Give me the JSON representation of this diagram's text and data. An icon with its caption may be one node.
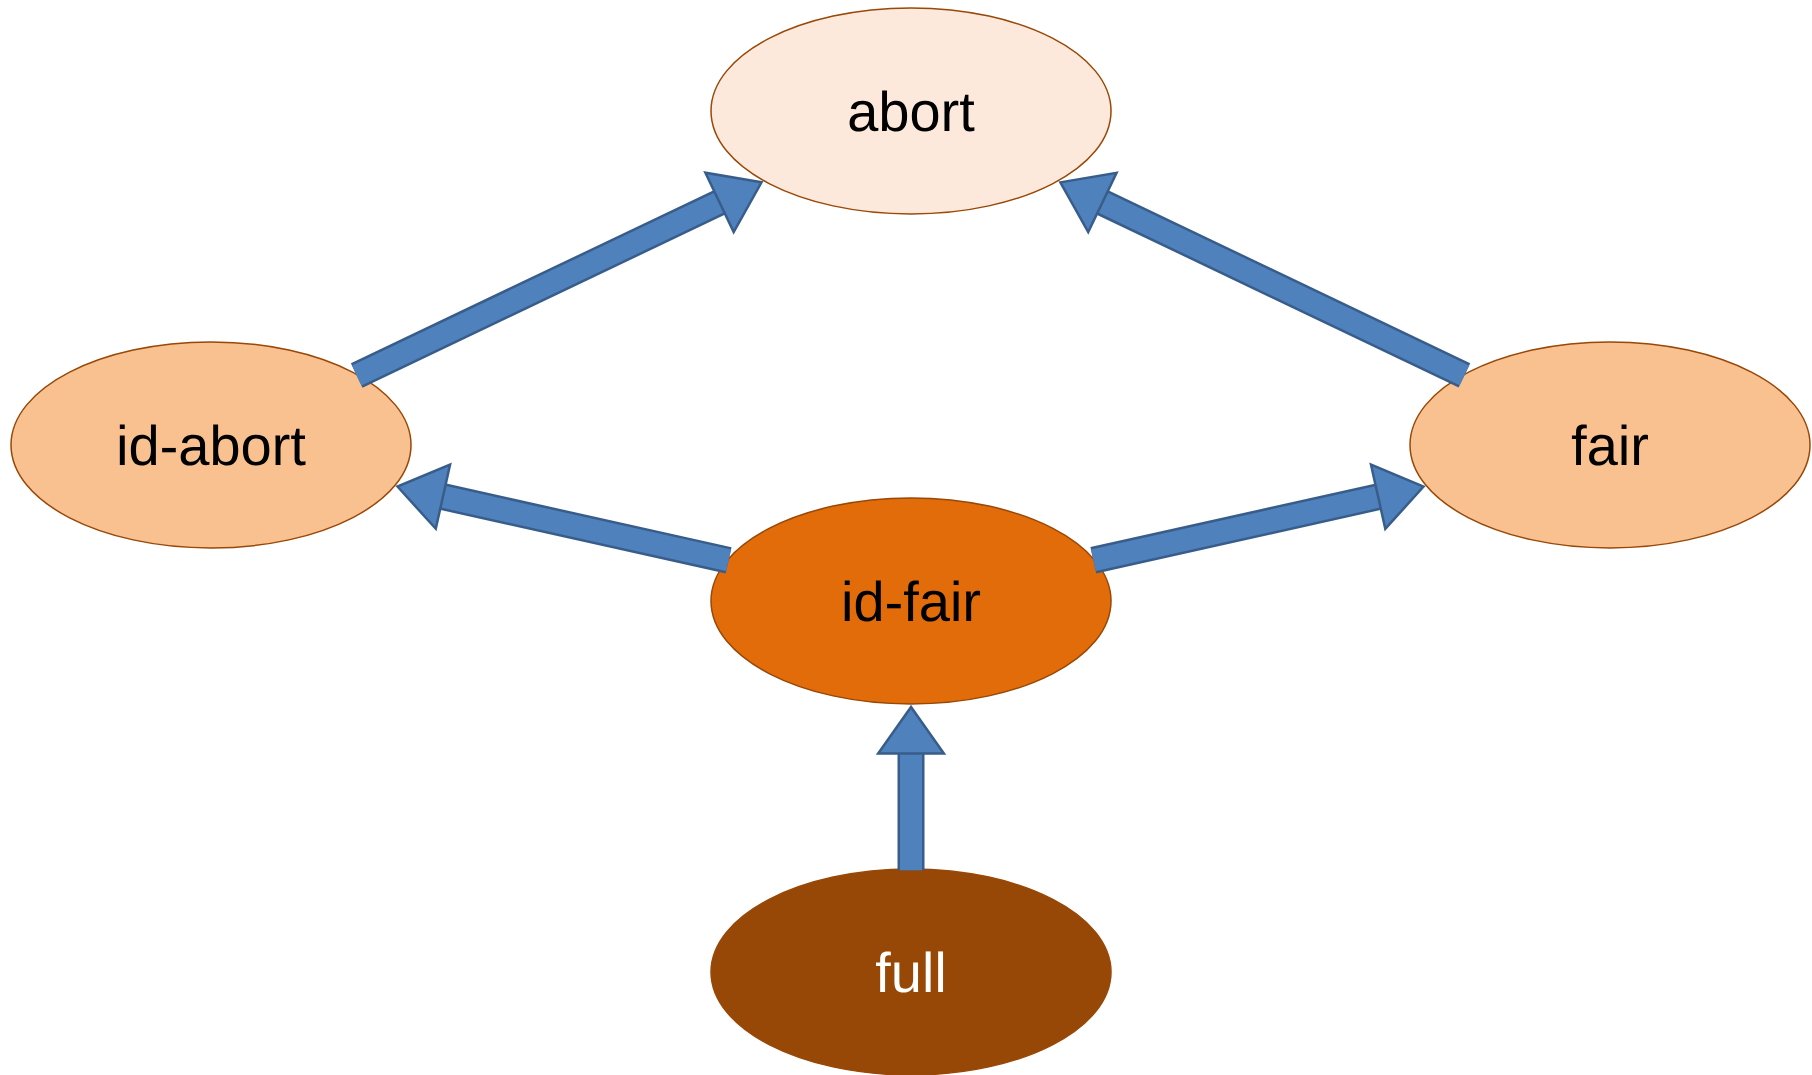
{
  "diagram": {
    "nodes": [
      {
        "text": [
          "abort"
        ]
      },
      {
        "text": [
          "id-abort"
        ]
      },
      {
        "text": [
          "fair"
        ]
      },
      {
        "text": [
          "id-fair"
        ]
      },
      {
        "text": [
          "full"
        ]
      }
    ],
    "edges": [
      {
        "from": 1,
        "to": 0,
        "arrow": "to"
      },
      {
        "from": 2,
        "to": 0,
        "arrow": "to"
      },
      {
        "from": 3,
        "to": 1,
        "arrow": "to"
      },
      {
        "from": 3,
        "to": 2,
        "arrow": "to"
      },
      {
        "from": 4,
        "to": 3,
        "arrow": "to"
      }
    ]
  }
}
